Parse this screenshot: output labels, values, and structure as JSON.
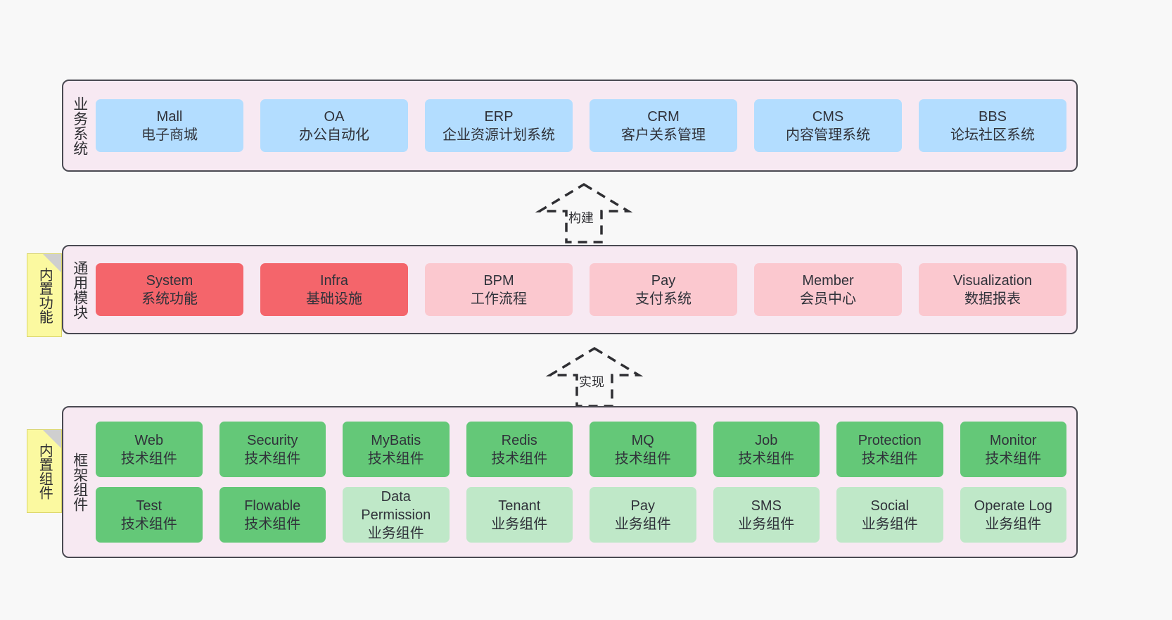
{
  "background_color": "#f8f8f8",
  "palette": {
    "panel_bg": "#f7e9f2",
    "panel_border": "#4a4a52",
    "blue": "#b3ddff",
    "red": "#f4656b",
    "pink": "#fbc8cf",
    "green": "#64c878",
    "light_green": "#bfe8c8",
    "note_yellow": "#fbf9a0",
    "note_fold": "#cfcfcf",
    "text": "#30323a"
  },
  "layers": [
    {
      "id": "business-systems",
      "title": "业务系统",
      "rows": [
        {
          "cards": [
            {
              "name": "mall",
              "color": "blue",
              "line1": "Mall",
              "line2": "电子商城"
            },
            {
              "name": "oa",
              "color": "blue",
              "line1": "OA",
              "line2": "办公自动化"
            },
            {
              "name": "erp",
              "color": "blue",
              "line1": "ERP",
              "line2": "企业资源计划系统"
            },
            {
              "name": "crm",
              "color": "blue",
              "line1": "CRM",
              "line2": "客户关系管理"
            },
            {
              "name": "cms",
              "color": "blue",
              "line1": "CMS",
              "line2": "内容管理系统"
            },
            {
              "name": "bbs",
              "color": "blue",
              "line1": "BBS",
              "line2": "论坛社区系统"
            }
          ]
        }
      ]
    },
    {
      "id": "common-modules",
      "title": "通用模块",
      "note": "内置功能",
      "rows": [
        {
          "cards": [
            {
              "name": "system",
              "color": "red",
              "line1": "System",
              "line2": "系统功能"
            },
            {
              "name": "infra",
              "color": "red",
              "line1": "Infra",
              "line2": "基础设施"
            },
            {
              "name": "bpm",
              "color": "pink",
              "line1": "BPM",
              "line2": "工作流程"
            },
            {
              "name": "pay",
              "color": "pink",
              "line1": "Pay",
              "line2": "支付系统"
            },
            {
              "name": "member",
              "color": "pink",
              "line1": "Member",
              "line2": "会员中心"
            },
            {
              "name": "visualization",
              "color": "pink",
              "line1": "Visualization",
              "line2": "数据报表"
            }
          ]
        }
      ]
    },
    {
      "id": "framework-components",
      "title": "框架组件",
      "note": "内置组件",
      "rows": [
        {
          "cards": [
            {
              "name": "web",
              "color": "green",
              "line1": "Web",
              "line2": "技术组件"
            },
            {
              "name": "security",
              "color": "green",
              "line1": "Security",
              "line2": "技术组件"
            },
            {
              "name": "mybatis",
              "color": "green",
              "line1": "MyBatis",
              "line2": "技术组件"
            },
            {
              "name": "redis",
              "color": "green",
              "line1": "Redis",
              "line2": "技术组件"
            },
            {
              "name": "mq",
              "color": "green",
              "line1": "MQ",
              "line2": "技术组件"
            },
            {
              "name": "job",
              "color": "green",
              "line1": "Job",
              "line2": "技术组件"
            },
            {
              "name": "protection",
              "color": "green",
              "line1": "Protection",
              "line2": "技术组件"
            },
            {
              "name": "monitor",
              "color": "green",
              "line1": "Monitor",
              "line2": "技术组件"
            }
          ]
        },
        {
          "cards": [
            {
              "name": "test",
              "color": "green",
              "line1": "Test",
              "line2": "技术组件"
            },
            {
              "name": "flowable",
              "color": "green",
              "line1": "Flowable",
              "line2": "技术组件"
            },
            {
              "name": "data-permission",
              "color": "lgreen",
              "line1": "Data Permission",
              "line2": "业务组件"
            },
            {
              "name": "tenant",
              "color": "lgreen",
              "line1": "Tenant",
              "line2": "业务组件"
            },
            {
              "name": "pay",
              "color": "lgreen",
              "line1": "Pay",
              "line2": "业务组件"
            },
            {
              "name": "sms",
              "color": "lgreen",
              "line1": "SMS",
              "line2": "业务组件"
            },
            {
              "name": "social",
              "color": "lgreen",
              "line1": "Social",
              "line2": "业务组件"
            },
            {
              "name": "operate-log",
              "color": "lgreen",
              "line1": "Operate Log",
              "line2": "业务组件"
            }
          ]
        }
      ]
    }
  ],
  "connectors": [
    {
      "id": "build",
      "label": "构建"
    },
    {
      "id": "implement",
      "label": "实现"
    }
  ]
}
